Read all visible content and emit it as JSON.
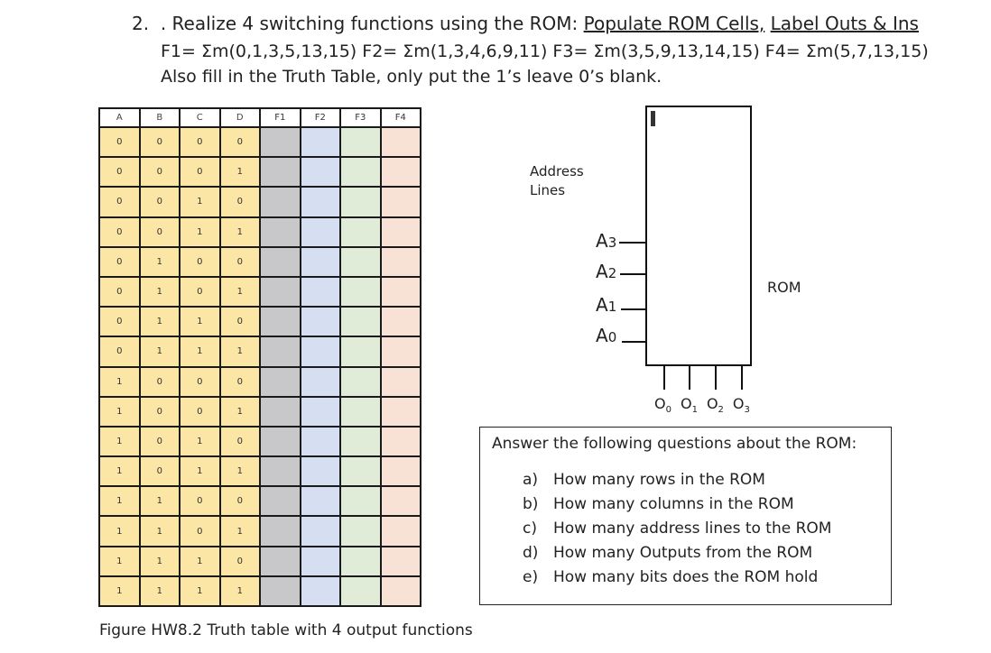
{
  "header": {
    "number": "2.",
    "bullet": ".",
    "lead": "Realize 4 switching functions using the ROM:",
    "link1": "Populate ROM Cells,",
    "link2": "Label Outs & Ins",
    "functions": "F1= Σm(0,1,3,5,13,15) F2= Σm(1,3,4,6,9,11) F3= Σm(3,5,9,13,14,15) F4= Σm(5,7,13,15)",
    "instruction": "Also fill in the Truth Table, only put the 1’s leave 0’s blank."
  },
  "truth_table": {
    "input_headers": [
      "A",
      "B",
      "C",
      "D"
    ],
    "output_headers": [
      "F1",
      "F2",
      "F3",
      "F4"
    ],
    "rows": [
      [
        "0",
        "0",
        "0",
        "0"
      ],
      [
        "0",
        "0",
        "0",
        "1"
      ],
      [
        "0",
        "0",
        "1",
        "0"
      ],
      [
        "0",
        "0",
        "1",
        "1"
      ],
      [
        "0",
        "1",
        "0",
        "0"
      ],
      [
        "0",
        "1",
        "0",
        "1"
      ],
      [
        "0",
        "1",
        "1",
        "0"
      ],
      [
        "0",
        "1",
        "1",
        "1"
      ],
      [
        "1",
        "0",
        "0",
        "0"
      ],
      [
        "1",
        "0",
        "0",
        "1"
      ],
      [
        "1",
        "0",
        "1",
        "0"
      ],
      [
        "1",
        "0",
        "1",
        "1"
      ],
      [
        "1",
        "1",
        "0",
        "0"
      ],
      [
        "1",
        "1",
        "0",
        "1"
      ],
      [
        "1",
        "1",
        "1",
        "0"
      ],
      [
        "1",
        "1",
        "1",
        "1"
      ]
    ],
    "colors": {
      "inputs": "#fbe6a5",
      "F1": "#c8c8ca",
      "F2": "#d6def2",
      "F3": "#e0ecd8",
      "F4": "#f8e2d6"
    },
    "caption": "Figure HW8.2 Truth table with 4 output functions"
  },
  "rom": {
    "address_label_line1": "Address",
    "address_label_line2": "Lines",
    "address_lines": [
      "A3",
      "A2",
      "A1",
      "A0"
    ],
    "label": "ROM",
    "grid_rows": 16,
    "grid_cols": 4,
    "outputs": [
      {
        "base": "O",
        "sub": "0"
      },
      {
        "base": "O",
        "sub": "1"
      },
      {
        "base": "O",
        "sub": "2"
      },
      {
        "base": "O",
        "sub": "3"
      }
    ]
  },
  "questions": {
    "title": "Answer the following questions about the ROM:",
    "items": [
      {
        "letter": "a)",
        "text": "How many rows in the ROM"
      },
      {
        "letter": "b)",
        "text": "How many columns in the ROM"
      },
      {
        "letter": "c)",
        "text": "How many address lines to the ROM"
      },
      {
        "letter": "d)",
        "text": "How many Outputs from the ROM"
      },
      {
        "letter": "e)",
        "text": "How many bits does the ROM hold"
      }
    ]
  }
}
